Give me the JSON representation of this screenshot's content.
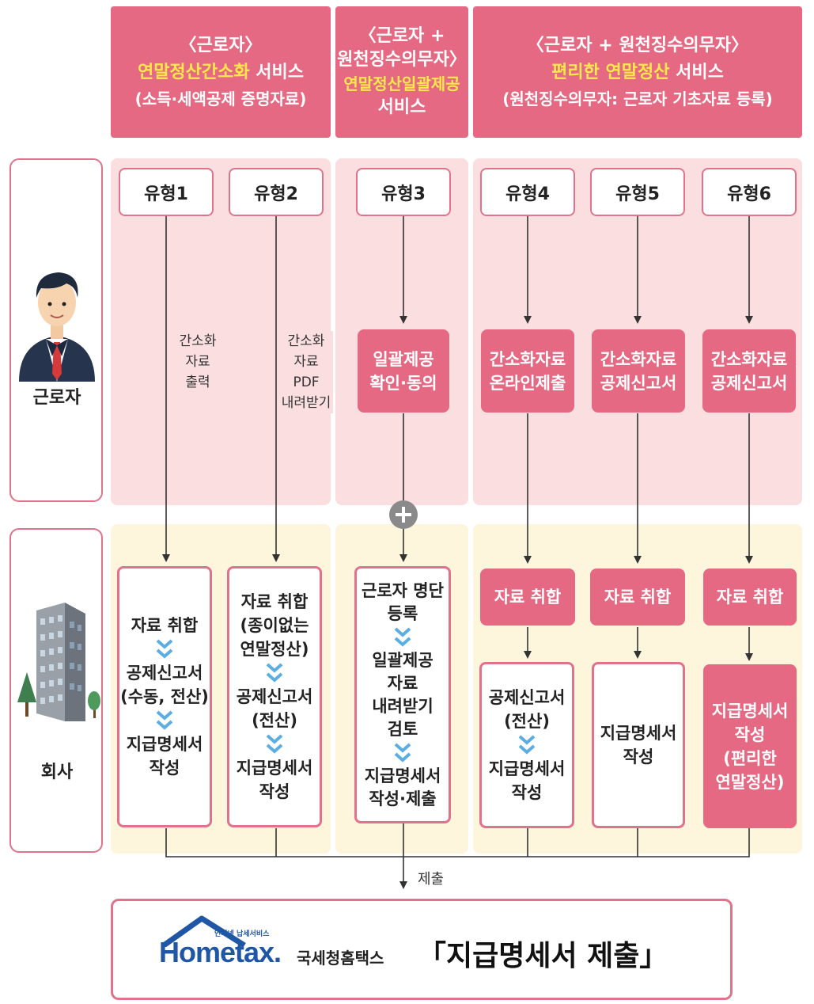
{
  "header": {
    "col1": {
      "line1": "〈근로자〉",
      "line2_hl": "연말정산간소화",
      "line2_rest": " 서비스",
      "line3": "(소득·세액공제 증명자료)"
    },
    "col2": {
      "line1": "〈근로자 +",
      "line2": "원천징수의무자〉",
      "line3_hl": "연말정산일괄제공",
      "line4": "서비스"
    },
    "col3": {
      "line1": "〈근로자 + 원천징수의무자〉",
      "line2_hl": "편리한 연말정산",
      "line2_rest": " 서비스",
      "line3": "(원천징수의무자: 근로자 기초자료 등록)"
    }
  },
  "sides": {
    "worker": "근로자",
    "company": "회사"
  },
  "types": [
    "유형1",
    "유형2",
    "유형3",
    "유형4",
    "유형5",
    "유형6"
  ],
  "notes": {
    "type1": [
      "간소화",
      "자료",
      "출력"
    ],
    "type2": [
      "간소화",
      "자료",
      "PDF",
      "내려받기"
    ]
  },
  "worker_steps": {
    "type3": [
      "일괄제공",
      "확인·동의"
    ],
    "type4": [
      "간소화자료",
      "온라인제출"
    ],
    "type5": [
      "간소화자료",
      "공제신고서"
    ],
    "type6": [
      "간소화자료",
      "공제신고서"
    ]
  },
  "company_steps": {
    "type1": [
      [
        "자료 취합"
      ],
      [
        "공제신고서",
        "(수동, 전산)"
      ],
      [
        "지급명세서",
        "작성"
      ]
    ],
    "type2": [
      [
        "자료 취합",
        "(종이없는",
        "연말정산)"
      ],
      [
        "공제신고서",
        "(전산)"
      ],
      [
        "지급명세서",
        "작성"
      ]
    ],
    "type3": [
      [
        "근로자 명단",
        "등록"
      ],
      [
        "일괄제공",
        "자료",
        "내려받기",
        "검토"
      ],
      [
        "지급명세서",
        "작성·제출"
      ]
    ],
    "collect": "자료 취합",
    "type4": [
      [
        "공제신고서",
        "(전산)"
      ],
      [
        "지급명세서",
        "작성"
      ]
    ],
    "type5": [
      "지급명세서",
      "작성"
    ],
    "type6": [
      "지급명세서",
      "작성",
      "(편리한",
      "연말정산)"
    ]
  },
  "submit_label": "제출",
  "footer": {
    "logo_small": "인터넷 납세서비스",
    "logo_main": "Hometax.",
    "logo_name": "국세청홈택스",
    "title": "「지급명세서 제출」"
  },
  "colors": {
    "accent": "#e56983",
    "highlight": "#ffe94a",
    "pink_band": "#fbdfe0",
    "cream_band": "#fdf5dc",
    "line": "#333333",
    "chevron": "#5aaee3"
  }
}
